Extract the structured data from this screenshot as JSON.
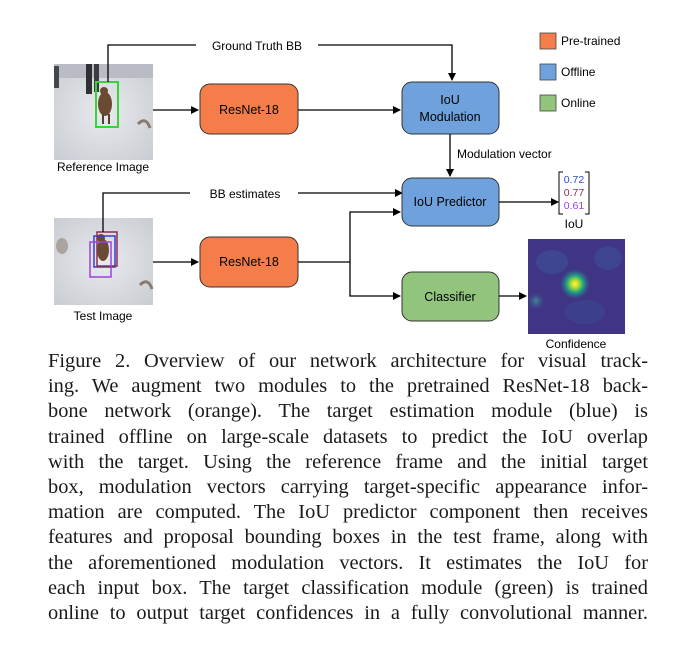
{
  "figure": {
    "labels": {
      "ground_truth": "Ground Truth BB",
      "reference_image": "Reference Image",
      "test_image": "Test Image",
      "bb_estimates": "BB estimates",
      "modulation_vector": "Modulation vector",
      "confidence": "Confidence",
      "iou": "IoU"
    },
    "blocks": {
      "resnet_ref": "ResNet-18",
      "resnet_test": "ResNet-18",
      "iou_modulation_line1": "IoU",
      "iou_modulation_line2": "Modulation",
      "iou_predictor": "IoU Predictor",
      "classifier": "Classifier"
    },
    "iou_values": [
      {
        "value": "0.72",
        "color": "#2b4bd6"
      },
      {
        "value": "0.77",
        "color": "#8b2f4c"
      },
      {
        "value": "0.61",
        "color": "#a040e0"
      }
    ],
    "legend": [
      {
        "label": "Pre-trained",
        "color": "#f47d4a"
      },
      {
        "label": "Offline",
        "color": "#6fa2dc"
      },
      {
        "label": "Online",
        "color": "#92c47d"
      }
    ],
    "colors": {
      "pretrained": "#f47d4a",
      "offline": "#6fa2dc",
      "online": "#92c47d",
      "ground_truth_box": "#37d337",
      "estimate_box_1": "#3a3ad6",
      "estimate_box_2": "#8b2f4c",
      "estimate_box_3": "#a040e0"
    }
  },
  "caption": {
    "lines": [
      "Figure 2. Overview of our network architecture for visual track-",
      "ing. We augment two modules to the pretrained ResNet-18 back-",
      "bone network (orange).  The target estimation module (blue) is",
      "trained offline on large-scale datasets to predict the IoU overlap",
      "with the target.  Using the reference frame and the initial target",
      "box, modulation vectors carrying target-specific appearance infor-",
      "mation are computed. The IoU predictor component then receives",
      "features and proposal bounding boxes in the test frame, along with",
      "the aforementioned modulation vectors.  It estimates the IoU for",
      "each input box. The target classification module (green) is trained",
      "online to output target confidences in a fully convolutional manner."
    ]
  }
}
